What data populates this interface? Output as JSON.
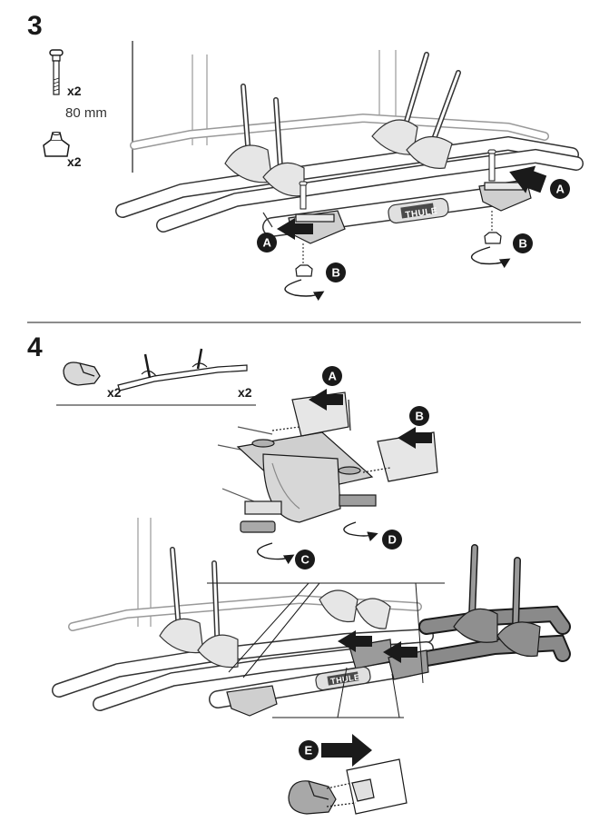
{
  "step3": {
    "number": "3",
    "parts": {
      "bolt_qty": "x2",
      "bolt_length": "80 mm",
      "knob_qty": "x2"
    },
    "callouts": {
      "push_left": "A",
      "push_right": "A",
      "turn_left": "B",
      "turn_right": "B"
    },
    "brand": "THULE"
  },
  "step4": {
    "number": "4",
    "parts": {
      "cap_qty": "x2",
      "rail_qty": "x2"
    },
    "callouts": {
      "slide_a": "A",
      "slide_b": "B",
      "turn_c": "C",
      "turn_d": "D",
      "push_e": "E"
    },
    "brand": "THULE"
  }
}
